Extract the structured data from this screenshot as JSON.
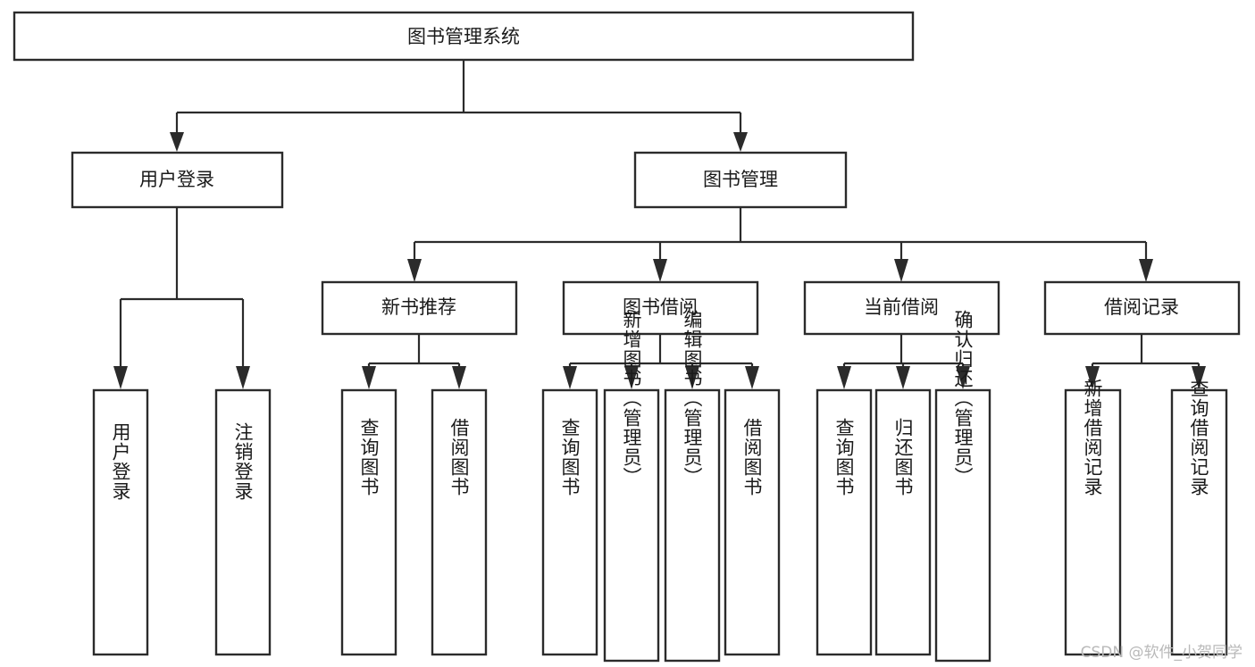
{
  "diagram": {
    "type": "tree-hierarchy",
    "title": "图书管理系统",
    "watermark": "CSDN @软件_小贺同学",
    "colors": {
      "stroke": "#2b2b2b",
      "fill": "#ffffff",
      "text": "#1a1a1a",
      "watermark": "#b9b9b9",
      "background": "#ffffff"
    },
    "levels": {
      "root": {
        "label": "图书管理系统"
      },
      "level2": [
        {
          "label": "用户登录"
        },
        {
          "label": "图书管理"
        }
      ],
      "level3": [
        {
          "label": "新书推荐"
        },
        {
          "label": "图书借阅"
        },
        {
          "label": "当前借阅"
        },
        {
          "label": "借阅记录"
        }
      ],
      "leaves": {
        "user_login": [
          {
            "label": "用户登录"
          },
          {
            "label": "注销登录"
          }
        ],
        "new_book_recommend": [
          {
            "label": "查询图书"
          },
          {
            "label": "借阅图书"
          }
        ],
        "book_borrow": [
          {
            "label": "查询图书"
          },
          {
            "label": "新增图书（管理员）"
          },
          {
            "label": "编辑图书（管理员）"
          },
          {
            "label": "借阅图书"
          }
        ],
        "current_borrow": [
          {
            "label": "查询图书"
          },
          {
            "label": "归还图书"
          },
          {
            "label": "确认归还（管理员）"
          }
        ],
        "borrow_record": [
          {
            "label": "新增借阅记录"
          },
          {
            "label": "查询借阅记录"
          }
        ]
      }
    }
  }
}
